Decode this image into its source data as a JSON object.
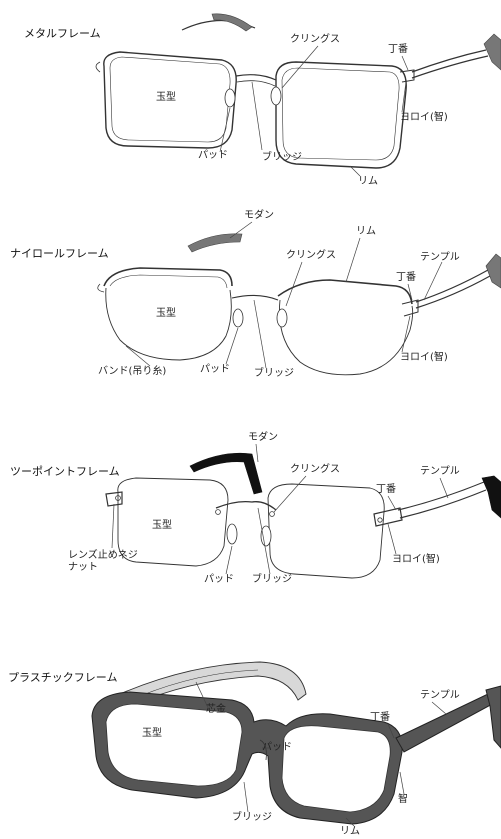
{
  "sections": [
    {
      "title": "メタルフレーム",
      "labels": {
        "kuringusu": "クリングス",
        "chouban": "丁番",
        "gyoku": "玉型",
        "pad": "パッド",
        "bridge": "ブリッジ",
        "yoroi": "ヨロイ(智)",
        "rim": "リム"
      }
    },
    {
      "title": "ナイロールフレーム",
      "labels": {
        "modan": "モダン",
        "rim": "リム",
        "kuringusu": "クリングス",
        "temple": "テンプル",
        "chouban": "丁番",
        "gyoku": "玉型",
        "pad": "パッド",
        "bando": "バンド(吊り糸)",
        "bridge": "ブリッジ",
        "yoroi": "ヨロイ(智)"
      }
    },
    {
      "title": "ツーポイントフレーム",
      "labels": {
        "modan": "モダン",
        "kuringusu": "クリングス",
        "temple": "テンプル",
        "chouban": "丁番",
        "gyoku": "玉型",
        "lens_neji_1": "レンズ止めネジ",
        "lens_neji_2": "ナット",
        "pad": "パッド",
        "bridge": "ブリッジ",
        "yoroi": "ヨロイ(智)"
      }
    },
    {
      "title": "プラスチックフレーム",
      "labels": {
        "temple": "テンプル",
        "shingane": "芯金",
        "chouban": "丁番",
        "gyoku": "玉型",
        "pad": "パッド",
        "chi": "智",
        "bridge": "ブリッジ",
        "rim": "リム"
      }
    }
  ]
}
